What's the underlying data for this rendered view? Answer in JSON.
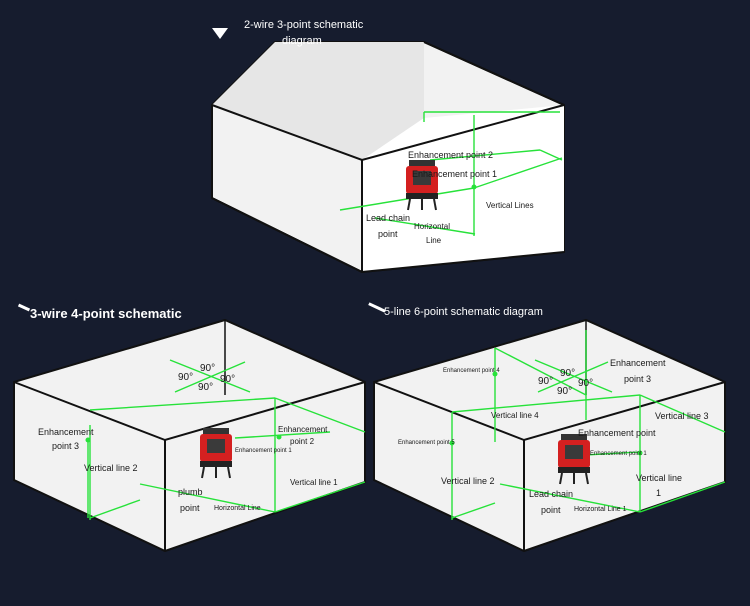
{
  "colors": {
    "background": "#161c2e",
    "laser": "#27e23a",
    "box_face": "#f3f3f3",
    "device": "#d42020"
  },
  "diagrams": [
    {
      "title": "2-wire 3-point schematic diagram",
      "title_line1": "2-wire 3-point schematic",
      "title_line2": "diagram",
      "labels": {
        "enh2": "Enhancement point 2",
        "enh1": "Enhancement point 1",
        "lead_line1": "Lead chain",
        "lead_line2": "point",
        "horiz_line1": "Horizontal",
        "horiz_line2": "Line",
        "vert": "Vertical Lines"
      }
    },
    {
      "title": "3-wire 4-point schematic",
      "labels": {
        "enh3_line1": "Enhancement",
        "enh3_line2": "point 3",
        "vert2": "Vertical line 2",
        "enh2_line1": "Enhancement",
        "enh2_line2": "point 2",
        "enh1": "Enhancement point 1",
        "vert1": "Vertical line 1",
        "plumb_line1": "plumb",
        "plumb_line2": "point",
        "horiz": "Horizontal Line",
        "deg": "90°"
      }
    },
    {
      "title": "5-line 6-point schematic diagram",
      "labels": {
        "enh4": "Enhancement point 4",
        "enh3_line1": "Enhancement",
        "enh3_line2": "point 3",
        "vert4": "Vertical line 4",
        "vert3": "Vertical line 3",
        "enh5": "Enhancement point 5",
        "enh2": "Enhancement point",
        "enh1": "Enhancement point 1",
        "vert2": "Vertical line 2",
        "lead_line1": "Lead chain",
        "lead_line2": "point",
        "horiz": "Horizontal Line 1",
        "vert1_line1": "Vertical line",
        "vert1_line2": "1",
        "deg": "90°"
      }
    }
  ]
}
